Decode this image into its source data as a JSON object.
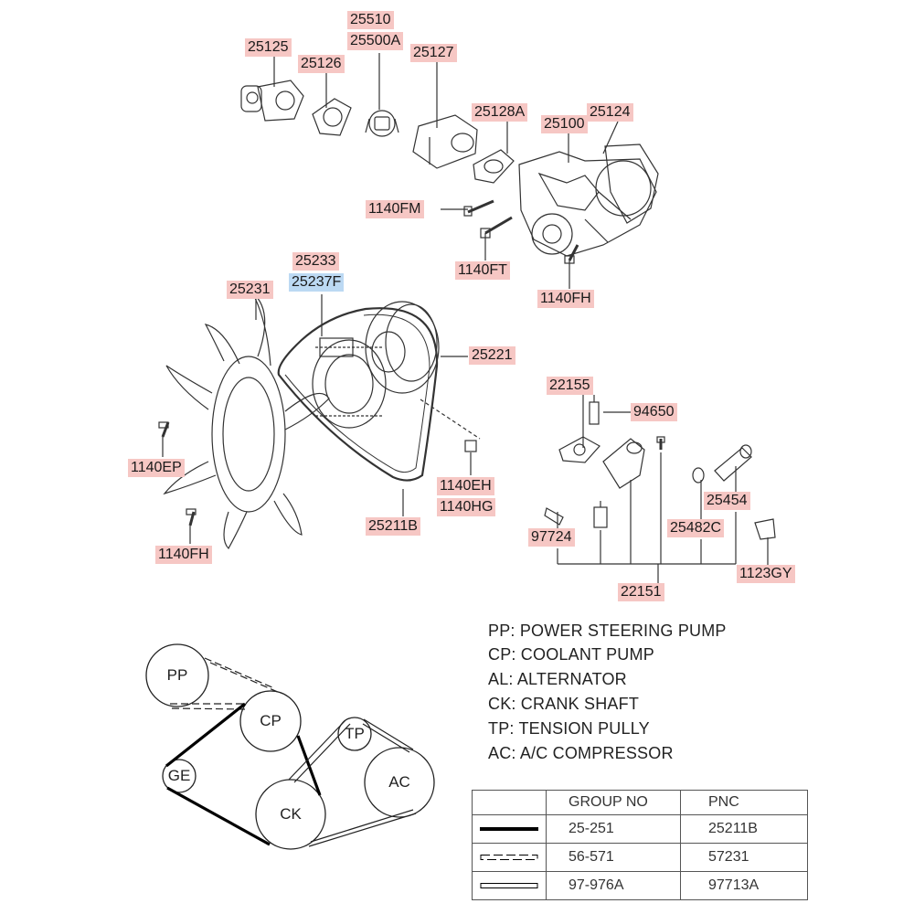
{
  "callouts": [
    {
      "id": "25510",
      "text": "25510"
    },
    {
      "id": "25500A",
      "text": "25500A"
    },
    {
      "id": "25125",
      "text": "25125"
    },
    {
      "id": "25126",
      "text": "25126"
    },
    {
      "id": "25127",
      "text": "25127"
    },
    {
      "id": "25128A",
      "text": "25128A"
    },
    {
      "id": "25100",
      "text": "25100"
    },
    {
      "id": "25124",
      "text": "25124"
    },
    {
      "id": "1140FM",
      "text": "1140FM"
    },
    {
      "id": "1140FT",
      "text": "1140FT"
    },
    {
      "id": "1140FH_top",
      "text": "1140FH"
    },
    {
      "id": "25233",
      "text": "25233"
    },
    {
      "id": "25237F",
      "text": "25237F"
    },
    {
      "id": "25231",
      "text": "25231"
    },
    {
      "id": "25221",
      "text": "25221"
    },
    {
      "id": "22155",
      "text": "22155"
    },
    {
      "id": "94650",
      "text": "94650"
    },
    {
      "id": "1140EP",
      "text": "1140EP"
    },
    {
      "id": "1140EH",
      "text": "1140EH"
    },
    {
      "id": "1140HG",
      "text": "1140HG"
    },
    {
      "id": "25211B",
      "text": "25211B"
    },
    {
      "id": "25454",
      "text": "25454"
    },
    {
      "id": "25482C",
      "text": "25482C"
    },
    {
      "id": "97724",
      "text": "97724"
    },
    {
      "id": "1123GY",
      "text": "1123GY"
    },
    {
      "id": "22151",
      "text": "22151"
    },
    {
      "id": "1140FH_bottom",
      "text": "1140FH"
    }
  ],
  "legend": [
    "PP: POWER STEERING PUMP",
    "CP: COOLANT PUMP",
    "AL: ALTERNATOR",
    "CK: CRANK SHAFT",
    "TP: TENSION PULLY",
    "AC: A/C COMPRESSOR"
  ],
  "pulleys": {
    "pp": "PP",
    "cp": "CP",
    "ge": "GE",
    "ck": "CK",
    "tp": "TP",
    "ac": "AC"
  },
  "belt_table": {
    "headers": [
      "",
      "GROUP NO",
      "PNC"
    ],
    "rows": [
      {
        "line_style": "solid-thick",
        "group_no": "25-251",
        "pnc": "25211B"
      },
      {
        "line_style": "dashed-double",
        "group_no": "56-571",
        "pnc": "57231"
      },
      {
        "line_style": "double",
        "group_no": "97-976A",
        "pnc": "97713A"
      }
    ]
  }
}
